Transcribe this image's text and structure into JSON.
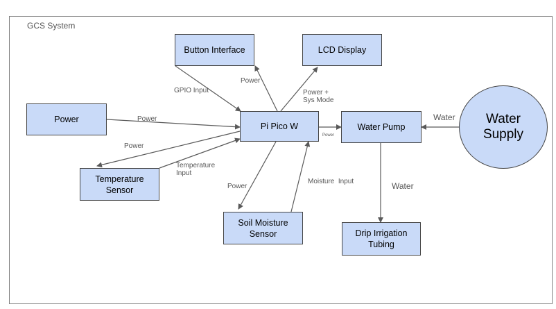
{
  "diagram": {
    "title": "GCS System",
    "nodes": {
      "button_interface": "Button Interface",
      "lcd_display": "LCD Display",
      "power": "Power",
      "pi_pico": "Pi Pico W",
      "water_pump": "Water Pump",
      "water_supply": "Water\nSupply",
      "temperature_sensor": "Temperature\nSensor",
      "soil_moisture_sensor": "Soil Moisture\nSensor",
      "drip_irrigation": "Drip Irrigation\nTubing"
    },
    "labels": {
      "gpio_input": "GPIO Input",
      "power_to_button": "Power",
      "power_sys_mode": "Power +\nSys Mode",
      "power_in": "Power",
      "power_to_temp": "Power",
      "temperature_input": "Temperature\nInput",
      "power_to_pump": "Power",
      "water_from_supply": "Water",
      "power_to_soil": "Power",
      "moisture_input": "Moisture  Input",
      "water_to_drip": "Water"
    },
    "colors": {
      "node_fill": "#c9daf8",
      "arrow": "#595959"
    }
  }
}
